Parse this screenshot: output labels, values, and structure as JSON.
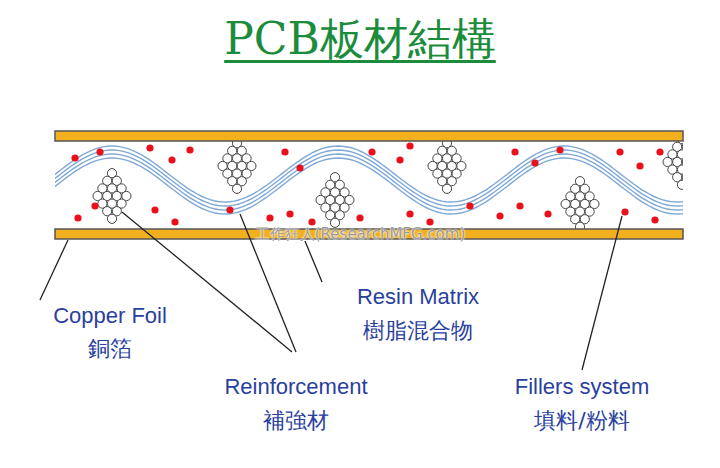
{
  "diagram": {
    "title": "PCB板材結構",
    "labels": [
      "Copper Foil",
      "銅箔",
      "Resin Matrix",
      "樹脂混合物",
      "Reinforcement",
      "補強材",
      "Fillers system",
      "填料/粉料",
      "工作狂人(ResearchMFG.com)"
    ]
  }
}
